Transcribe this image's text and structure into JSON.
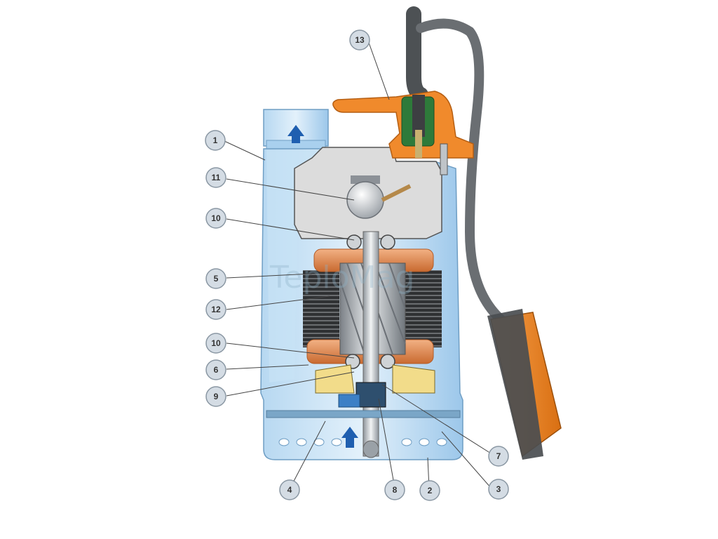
{
  "colors": {
    "casing_light": "#cfe6f6",
    "casing_mid": "#a9d0ee",
    "casing_dark": "#7fb4dd",
    "outline": "#5a8fb8",
    "motor_gray": "#d9d9d9",
    "winding_copper": "#d9824a",
    "stator_dark": "#3d3d3d",
    "shaft": "#bfc4c8",
    "handle_orange": "#f08a2c",
    "float_orange": "#f08a2c",
    "cable_gray": "#5c5f62",
    "arrow_blue": "#1f5fb0",
    "callout_fill": "#d4dce4",
    "callout_stroke": "#8a97a3"
  },
  "icons": {
    "outlet_arrow": "arrow-up-icon",
    "inlet_arrow": "arrow-up-icon"
  },
  "callouts": [
    {
      "id": "c1",
      "label": "1"
    },
    {
      "id": "c11",
      "label": "11"
    },
    {
      "id": "c10a",
      "label": "10"
    },
    {
      "id": "c5",
      "label": "5"
    },
    {
      "id": "c12",
      "label": "12"
    },
    {
      "id": "c10b",
      "label": "10"
    },
    {
      "id": "c6",
      "label": "6"
    },
    {
      "id": "c9",
      "label": "9"
    },
    {
      "id": "c13",
      "label": "13"
    },
    {
      "id": "c7",
      "label": "7"
    },
    {
      "id": "c3",
      "label": "3"
    },
    {
      "id": "c2",
      "label": "2"
    },
    {
      "id": "c8",
      "label": "8"
    },
    {
      "id": "c4",
      "label": "4"
    }
  ],
  "watermark": "TeploMag"
}
